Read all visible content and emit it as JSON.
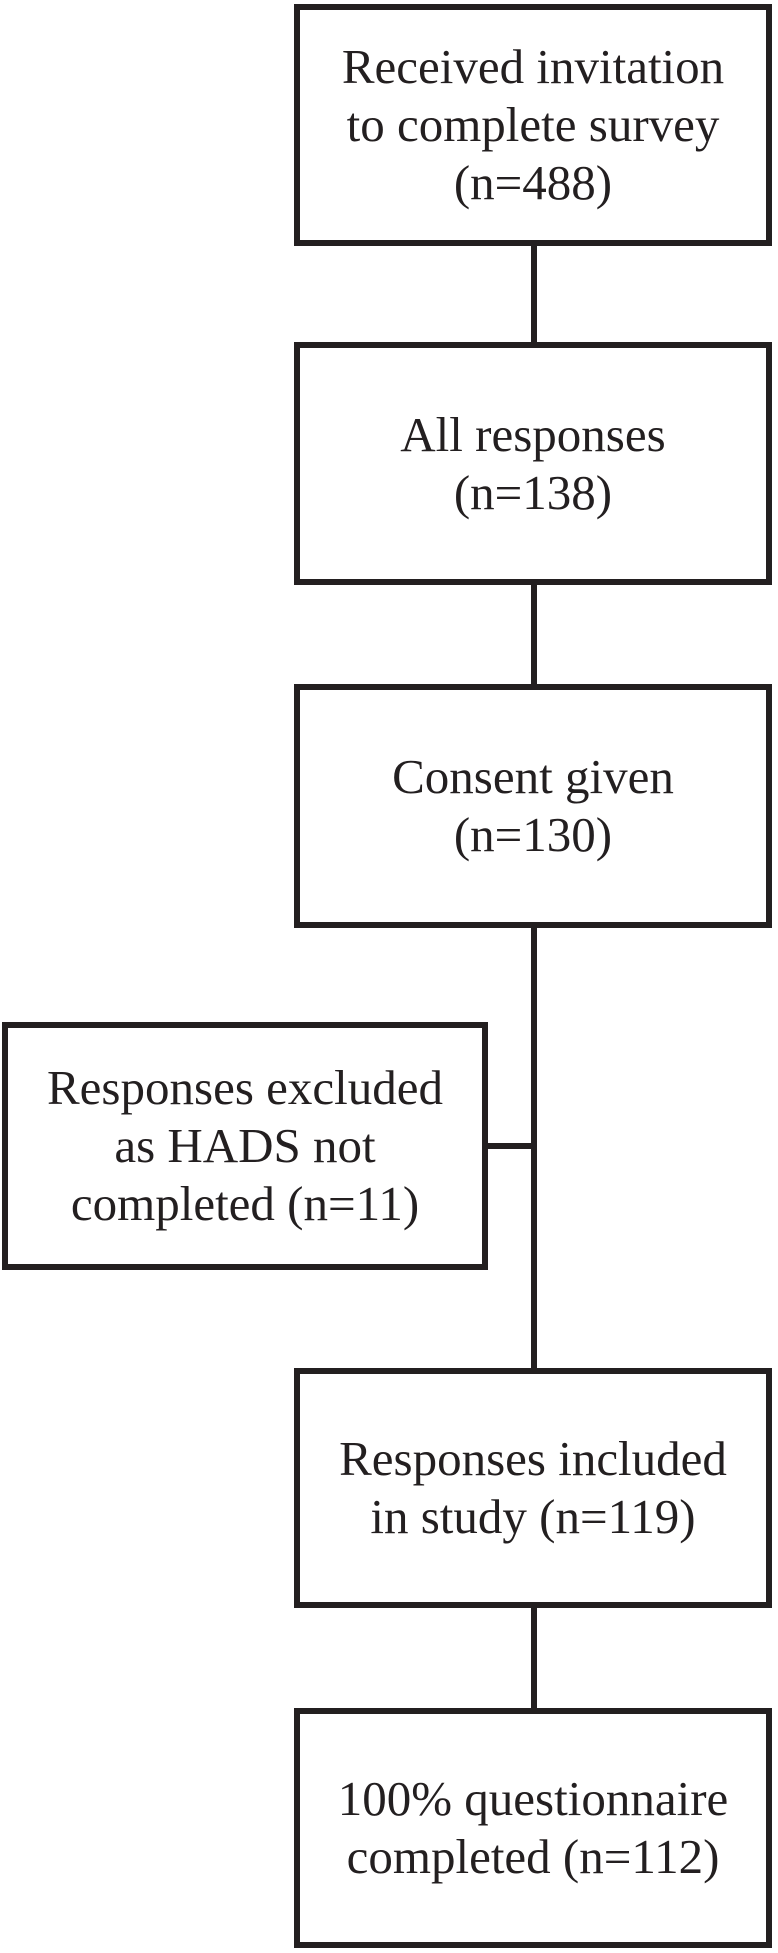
{
  "figure": {
    "type": "flowchart",
    "background_color": "#ffffff",
    "line_color": "#231f20",
    "text_color": "#231f20"
  },
  "diagram": {
    "boxes": [
      {
        "name": "received-invitation",
        "lines": [
          "Received invitation",
          "to complete survey",
          "(n=488)"
        ],
        "n": 488
      },
      {
        "name": "all-responses",
        "lines": [
          "All responses",
          "(n=138)"
        ],
        "n": 138
      },
      {
        "name": "consent-given",
        "lines": [
          "Consent given",
          "(n=130)"
        ],
        "n": 130
      },
      {
        "name": "responses-excluded",
        "lines": [
          "Responses excluded",
          "as HADS not",
          "completed (n=11)"
        ],
        "n": 11
      },
      {
        "name": "responses-included",
        "lines": [
          "Responses included",
          "in study (n=119)"
        ],
        "n": 119
      },
      {
        "name": "questionnaire-completed",
        "lines": [
          "100% questionnaire",
          "completed (n=112)"
        ],
        "n": 112
      }
    ],
    "edges": [
      {
        "from": "received-invitation",
        "to": "all-responses"
      },
      {
        "from": "all-responses",
        "to": "consent-given"
      },
      {
        "from": "consent-given",
        "to": "responses-included"
      },
      {
        "from": "responses-excluded",
        "to": "consent-given-to-responses-included-line",
        "type": "side-branch"
      },
      {
        "from": "responses-included",
        "to": "questionnaire-completed"
      }
    ]
  }
}
